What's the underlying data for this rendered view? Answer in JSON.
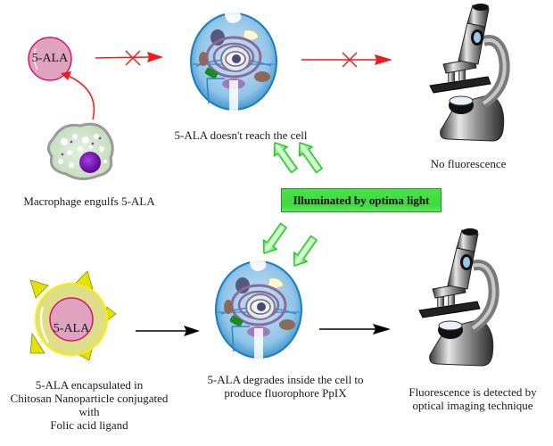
{
  "title": "5-ALA chitosan nanoparticle fluorescence imaging scheme",
  "top_row": {
    "ala_label": "5-ALA",
    "macrophage_caption": "Macrophage engulfs 5-ALA",
    "cell_caption": "5-ALA doesn't reach the cell",
    "microscope_caption": "No fluorescence"
  },
  "banner": {
    "text": "Illuminated by optima light"
  },
  "bottom_row": {
    "nanoparticle_label": "5-ALA",
    "nanoparticle_caption_lines": [
      "5-ALA encapsulated in",
      "Chitosan Nanoparticle conjugated",
      "with",
      "Folic acid ligand"
    ],
    "cell_caption_lines": [
      "5-ALA degrades inside the cell to",
      "produce fluorophore PpIX"
    ],
    "microscope_caption_lines": [
      "Fluorescence is detected by",
      "optical imaging technique"
    ]
  },
  "colors": {
    "blocked_arrow": "#ee1c1c",
    "flow_arrow": "#000000",
    "light_arrow": "#33e033",
    "banner_fill": "#44dd44",
    "ala_fill": "#dfa3c0",
    "ala_stroke": "#d4136f",
    "nanoparticle_fill": "#dede88",
    "ligand_fill": "#e2e20a",
    "macrophage_nucleus": "#7a10b0"
  }
}
